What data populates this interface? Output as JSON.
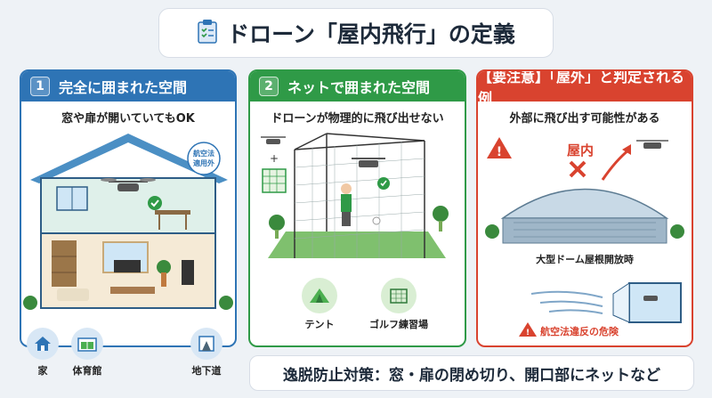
{
  "title": {
    "text": "ドローン「屋内飛行」の定義",
    "icon": "clipboard-icon"
  },
  "panel_enclosed": {
    "number": "1",
    "heading": "完全に囲まれた空間",
    "subtitle": "窓や扉が開いていてもOK",
    "badge": "航空法\n適用外",
    "badge_line1": "航空法",
    "badge_line2": "適用外",
    "color": "#2e74b5"
  },
  "panel_net": {
    "number": "2",
    "heading": "ネットで囲まれた空間",
    "subtitle": "ドローンが物理的に飛び出せない",
    "examples": [
      {
        "label": "テント",
        "icon": "tent-icon"
      },
      {
        "label": "ゴルフ練習場",
        "icon": "golf-net-icon"
      }
    ],
    "color": "#2f9a47"
  },
  "panel_outdoor": {
    "heading": "【要注意】「屋外」と判定される例",
    "subtitle": "外部に飛び出す可能性がある",
    "indoor_label": "屋内",
    "stadium_caption": "大型ドーム屋根開放時",
    "warning_text": "航空法違反の危険",
    "color": "#d9432f"
  },
  "examples_bottom": [
    {
      "label": "家",
      "icon": "house-icon"
    },
    {
      "label": "体育館",
      "icon": "gym-icon"
    },
    {
      "label": "地下道",
      "icon": "underpass-icon"
    }
  ],
  "footer": {
    "text": "逸脱防止対策：窓・扉の閉め切り、開口部にネットなど"
  }
}
